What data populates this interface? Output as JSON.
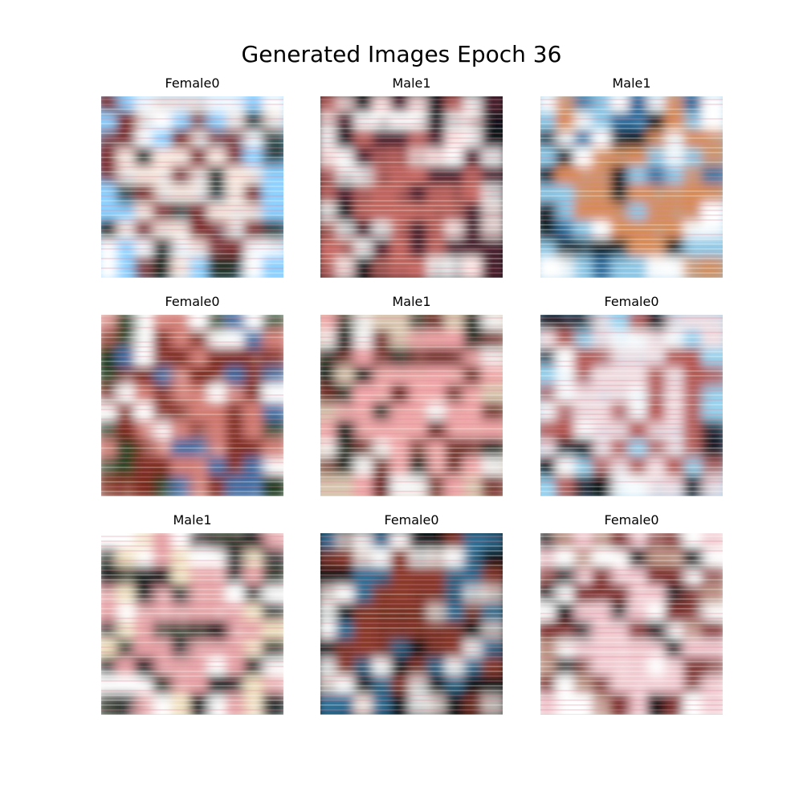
{
  "figure": {
    "title": "Generated Images Epoch 36"
  },
  "images": [
    {
      "label": "Female0",
      "palette": [
        "#8fd1ff",
        "#1b2a20",
        "#f8e6dc",
        "#7a2d2a",
        "#ffffff"
      ]
    },
    {
      "label": "Male1",
      "palette": [
        "#0b1418",
        "#ffe8e6",
        "#c76a63",
        "#4a2230",
        "#ffffff"
      ]
    },
    {
      "label": "Male1",
      "palette": [
        "#8fc8e6",
        "#0d1414",
        "#d98a55",
        "#ffffff",
        "#2d6a9a"
      ]
    },
    {
      "label": "Female0",
      "palette": [
        "#ffffff",
        "#1d3a1a",
        "#d07a70",
        "#7b2a1d",
        "#3f6aa0"
      ]
    },
    {
      "label": "Male1",
      "palette": [
        "#d9c6b0",
        "#102014",
        "#f0a6a8",
        "#6b2c24",
        "#f6f6f6"
      ]
    },
    {
      "label": "Female0",
      "palette": [
        "#9ad3ee",
        "#0b1216",
        "#f2dde0",
        "#b3564f",
        "#ffffff"
      ]
    },
    {
      "label": "Male1",
      "palette": [
        "#ffffff",
        "#2a3324",
        "#e5a2a5",
        "#101515",
        "#f0e0c0"
      ]
    },
    {
      "label": "Female0",
      "palette": [
        "#0d1616",
        "#e9ddd8",
        "#8a3a2a",
        "#2f6f95",
        "#ffffff"
      ]
    },
    {
      "label": "Female0",
      "palette": [
        "#ffffff",
        "#0b0f10",
        "#f0c9cf",
        "#7a2f2a",
        "#b88f80"
      ]
    }
  ]
}
